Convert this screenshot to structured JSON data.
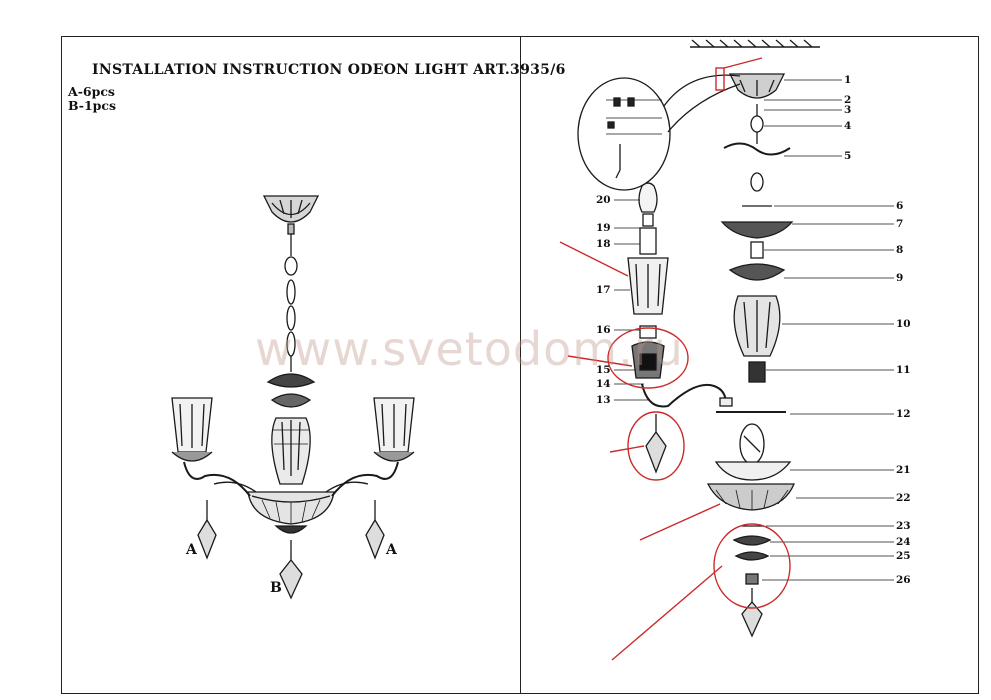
{
  "document": {
    "title": "INSTALLATION INSTRUCTION ODEON LIGHT ART.3935/6",
    "quantities": [
      "A-6pcs",
      "B-1pcs"
    ],
    "label_a": "A",
    "label_b": "B",
    "watermark": "www.svetodom.ru"
  },
  "parts": {
    "left_numbers": [
      "20",
      "19",
      "18",
      "17",
      "16",
      "15",
      "14",
      "13"
    ],
    "right_numbers": [
      "1",
      "2",
      "3",
      "4",
      "5",
      "6",
      "7",
      "8",
      "9",
      "10",
      "11",
      "12",
      "21",
      "22",
      "23",
      "24",
      "25",
      "26"
    ]
  },
  "colors": {
    "ink": "#1a1a1a",
    "highlight": "#cc2a2a",
    "watermark": "#c09488"
  }
}
